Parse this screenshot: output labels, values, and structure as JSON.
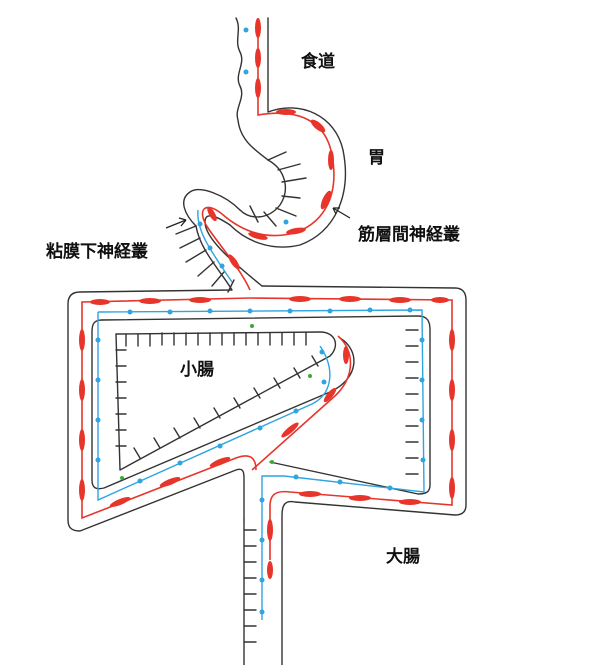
{
  "labels": {
    "esophagus": "食道",
    "stomach": "胃",
    "myenteric_plexus": "筋層間神経叢",
    "submucosal_plexus": "粘膜下神経叢",
    "small_intestine": "小腸",
    "large_intestine": "大腸"
  },
  "colors": {
    "outline": "#333333",
    "muscle_layer": "#e8352b",
    "submucosal_layer": "#2fa4e0",
    "green_dot": "#3aaa35",
    "background": "#ffffff"
  }
}
